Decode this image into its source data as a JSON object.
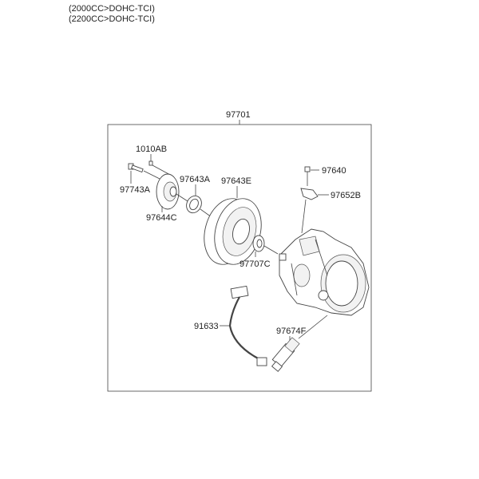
{
  "header": {
    "lines": [
      "(2000CC>DOHC-TCI)",
      "(2200CC>DOHC-TCI)"
    ]
  },
  "diagram": {
    "assembly_label": "97701",
    "parts": {
      "p1010AB": "1010AB",
      "p97743A": "97743A",
      "p97644C": "97644C",
      "p97643A": "97643A",
      "p97643E": "97643E",
      "p97707C": "97707C",
      "p97640": "97640",
      "p97652B": "97652B",
      "p91633": "91633",
      "p97674F": "97674F"
    }
  }
}
